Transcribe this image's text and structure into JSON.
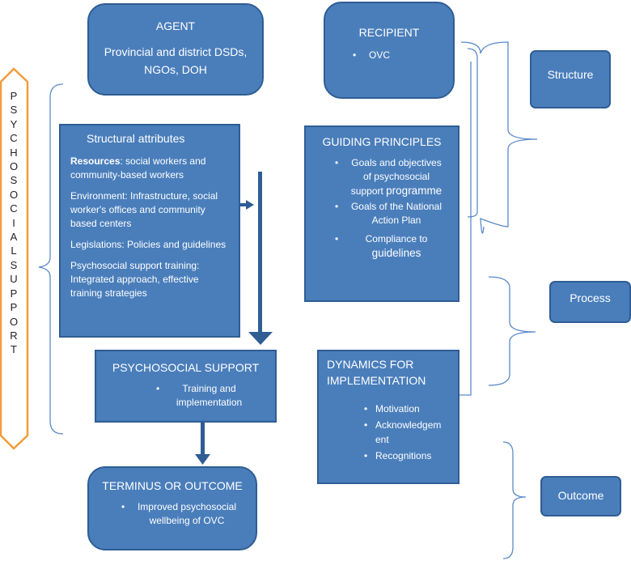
{
  "side_label": "PSYCHOSOCIALSUPPORT",
  "agent": {
    "title": "AGENT",
    "text": "Provincial and district DSDs, NGOs, DOH"
  },
  "recipient": {
    "title": "RECIPIENT",
    "items": [
      "OVC"
    ]
  },
  "structural": {
    "title": "Structural attributes",
    "resources_label": "Resources",
    "resources_text": ": social workers and community-based workers",
    "environment": "Environment: Infrastructure, social worker's offices and community based centers",
    "legislations": "Legislations: Policies and guidelines",
    "training": "Psychosocial support training: Integrated approach, effective training strategies"
  },
  "principles": {
    "title": "GUIDING PRINCIPLES",
    "item1_small": "Goals and objectives of psychosocial support",
    "item1_big": "programme",
    "item2": "Goals of the National Action Plan",
    "item3_small": "Compliance to",
    "item3_big": "guidelines"
  },
  "psychosocial": {
    "title": "PSYCHOSOCIAL SUPPORT",
    "items": [
      "Training and implementation"
    ]
  },
  "dynamics": {
    "title": "DYNAMICS FOR IMPLEMENTATION",
    "items": [
      "Motivation",
      "Acknowledgement",
      "Recognitions"
    ]
  },
  "outcome_box": {
    "title": "TERMINUS OR OUTCOME",
    "items": [
      "Improved psychosocial wellbeing of OVC"
    ]
  },
  "labels": {
    "structure": "Structure",
    "process": "Process",
    "outcome": "Outcome"
  },
  "colors": {
    "box_fill": "#4a7ebb",
    "box_border": "#2f5d94",
    "bracket": "#5b8ac9",
    "side_border": "#f39c3a",
    "arrow": "#2f5d94"
  }
}
